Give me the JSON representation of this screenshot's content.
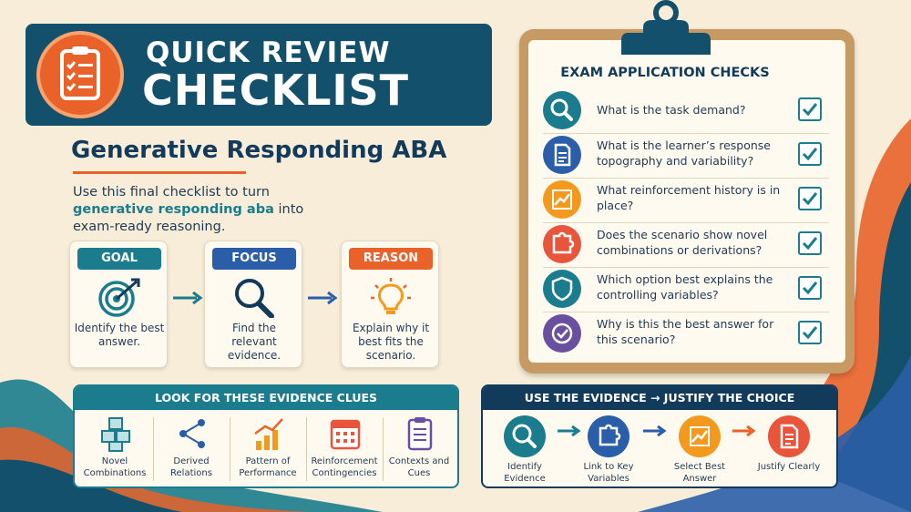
{
  "header": {
    "line1": "QUICK REVIEW",
    "line2": "CHECKLIST",
    "icon": "clipboard-checklist-icon"
  },
  "subtitle": "Generative Responding ABA",
  "intro": {
    "before": "Use this final checklist to turn ",
    "highlight": "generative responding aba",
    "after": " into exam-ready reasoning."
  },
  "steps": [
    {
      "label": "GOAL",
      "text": "Identify the best answer.",
      "icon": "target-icon",
      "color": "#1a7c8c"
    },
    {
      "label": "FOCUS",
      "text": "Find the relevant evidence.",
      "icon": "magnifier-icon",
      "color": "#2b5ea8"
    },
    {
      "label": "REASON",
      "text": "Explain why it best fits the scenario.",
      "icon": "lightbulb-icon",
      "color": "#e8622a"
    }
  ],
  "clues": {
    "heading": "LOOK FOR THESE EVIDENCE CLUES",
    "items": [
      {
        "label": "Novel Combinations",
        "icon": "cubes-icon"
      },
      {
        "label": "Derived Relations",
        "icon": "network-icon"
      },
      {
        "label": "Pattern of Performance",
        "icon": "bar-trend-icon"
      },
      {
        "label": "Reinforcement Contingencies",
        "icon": "calendar-icon"
      },
      {
        "label": "Contexts and Cues",
        "icon": "clipboard-icon"
      }
    ]
  },
  "justify": {
    "heading": "USE THE EVIDENCE → JUSTIFY THE CHOICE",
    "items": [
      {
        "label": "Identify Evidence",
        "icon": "magnifier-icon",
        "color": "#1a7c8c"
      },
      {
        "label": "Link to Key Variables",
        "icon": "puzzle-icon",
        "color": "#2b5ea8"
      },
      {
        "label": "Select Best Answer",
        "icon": "trend-icon",
        "color": "#f39a1e"
      },
      {
        "label": "Justify Clearly",
        "icon": "document-icon",
        "color": "#e8622a"
      }
    ]
  },
  "exam": {
    "title": "EXAM APPLICATION CHECKS",
    "rows": [
      {
        "text": "What is the task demand?",
        "icon": "magnifier-icon",
        "color": "#1a7c8c"
      },
      {
        "text": "What is the learner’s response topography and variability?",
        "icon": "document-icon",
        "color": "#2b5ea8"
      },
      {
        "text": "What reinforcement history is in place?",
        "icon": "trend-icon",
        "color": "#f39a1e"
      },
      {
        "text": "Does the scenario show novel combinations or derivations?",
        "icon": "puzzle-icon",
        "color": "#e8553a"
      },
      {
        "text": "Which option best explains the controlling variables?",
        "icon": "shield-icon",
        "color": "#1a7c8c"
      },
      {
        "text": "Why is this the best answer for this scenario?",
        "icon": "check-circle-icon",
        "color": "#6a4fa0"
      }
    ]
  }
}
